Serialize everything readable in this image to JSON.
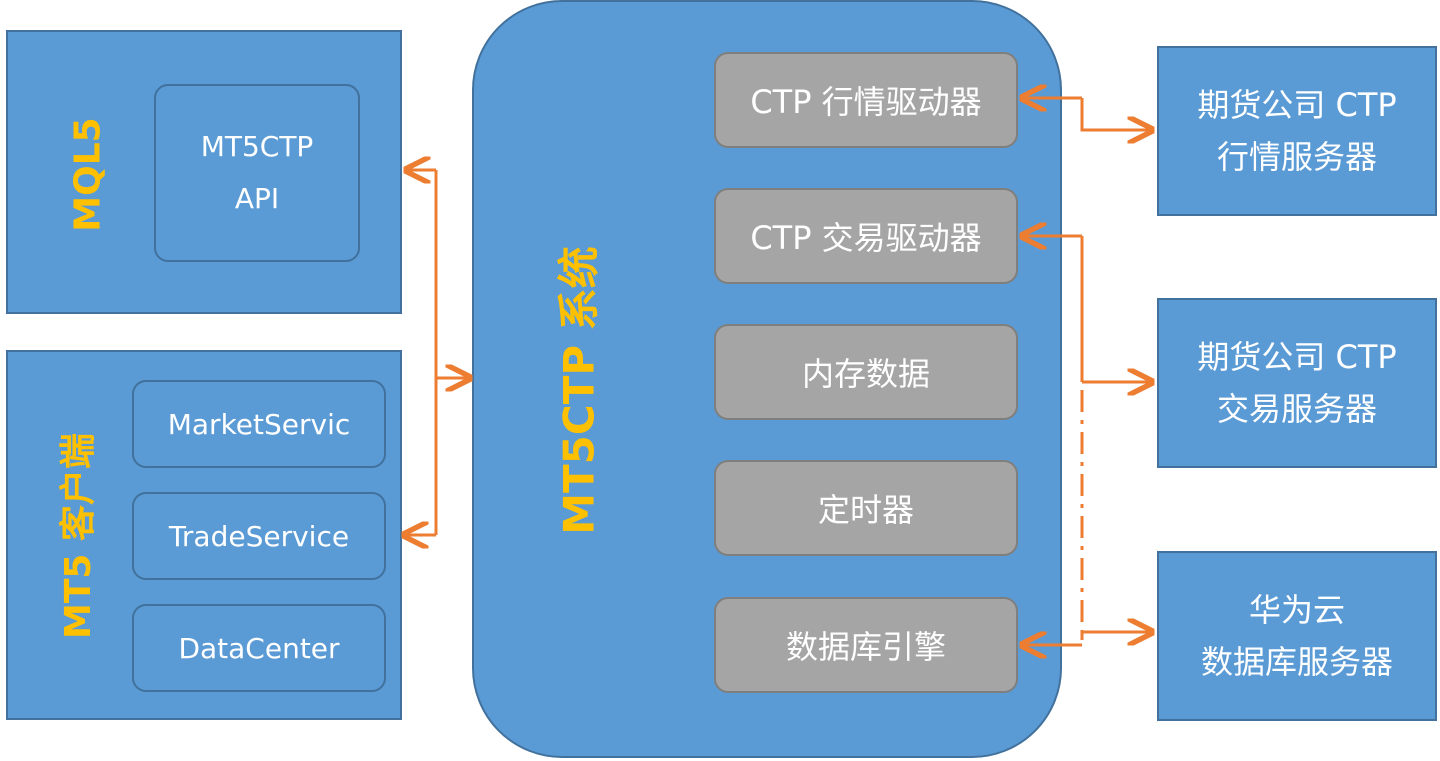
{
  "mql5": {
    "label": "MQL5",
    "api_line1": "MT5CTP",
    "api_line2": "API"
  },
  "mt5_client": {
    "label": "MT5 客户端",
    "services": [
      "MarketServic",
      "TradeService",
      "DataCenter"
    ]
  },
  "mt5ctp_system": {
    "label": "MT5CTP 系统",
    "modules": [
      "CTP 行情驱动器",
      "CTP 交易驱动器",
      "内存数据",
      "定时器",
      "数据库引擎"
    ]
  },
  "servers": [
    {
      "line1": "期货公司 CTP",
      "line2": "行情服务器"
    },
    {
      "line1": "期货公司 CTP",
      "line2": "交易服务器"
    },
    {
      "line1": "华为云",
      "line2": "数据库服务器"
    }
  ],
  "colors": {
    "box_blue": "#5b9bd5",
    "border_blue": "#41719c",
    "module_gray": "#a5a5a5",
    "label_gold": "#ffc000",
    "arrow_orange": "#ed7d31"
  }
}
